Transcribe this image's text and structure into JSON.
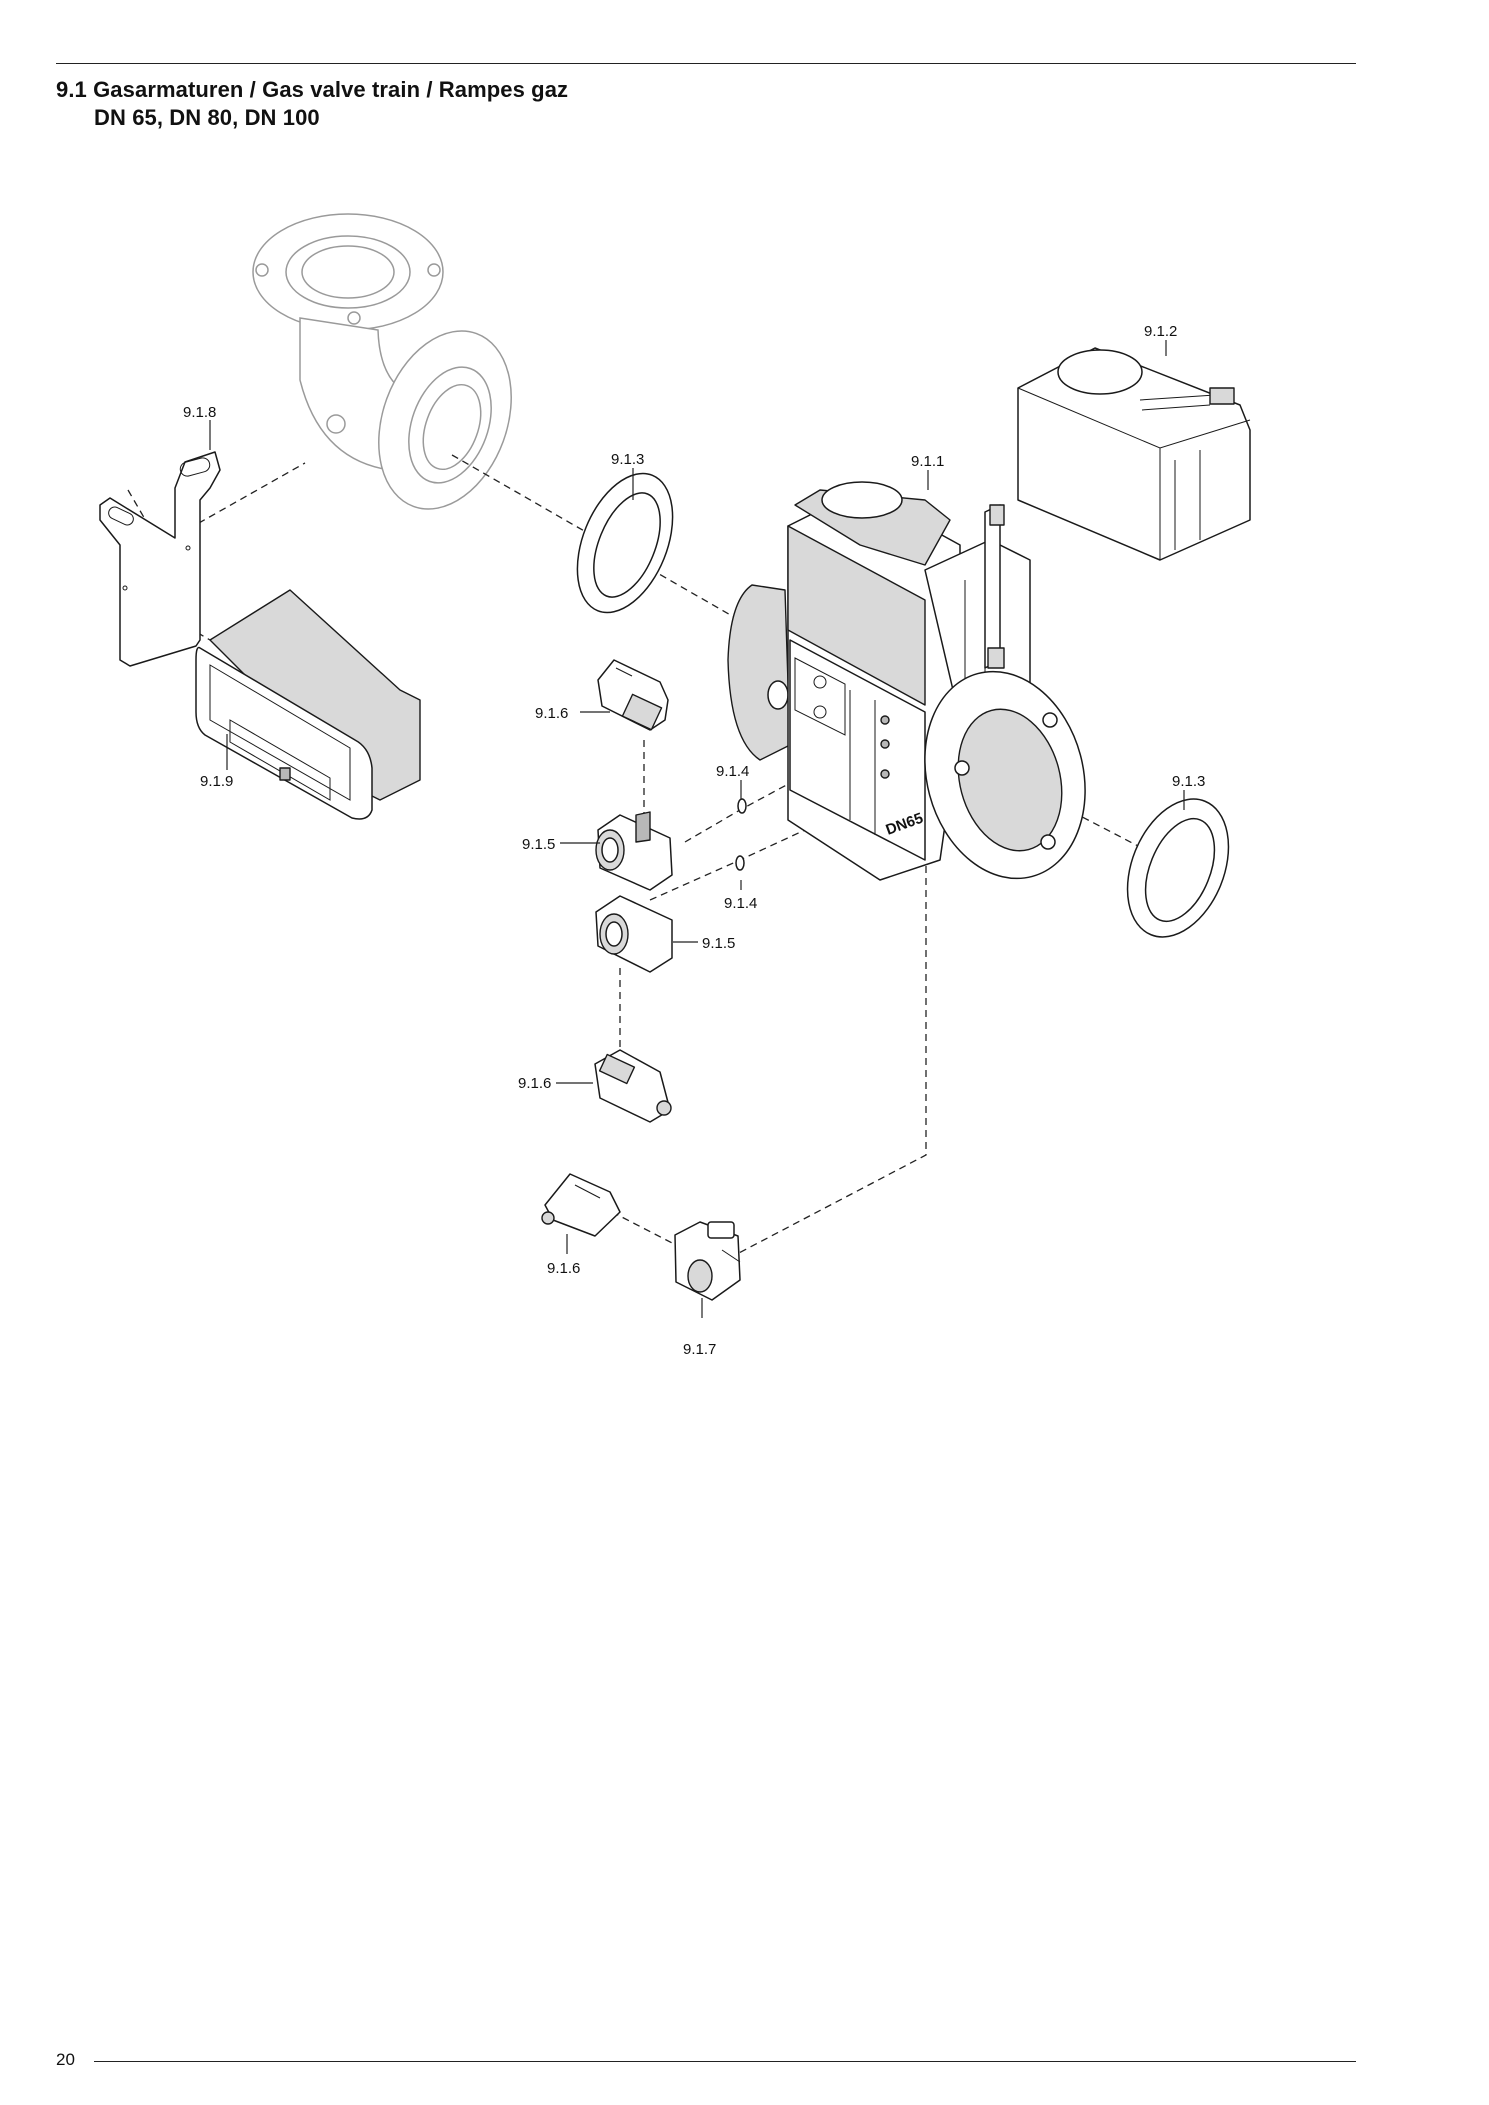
{
  "header": {
    "title_line1": "9.1 Gasarmaturen / Gas valve train / Rampes gaz",
    "title_line2": "DN 65, DN 80, DN 100"
  },
  "diagram": {
    "callouts": [
      "9.1.2",
      "9.1.8",
      "9.1.3",
      "9.1.1",
      "9.1.6",
      "9.1.4",
      "9.1.9",
      "9.1.3",
      "9.1.5",
      "9.1.4",
      "9.1.5",
      "9.1.6",
      "9.1.6",
      "9.1.7"
    ],
    "valve_marking": "DN65"
  },
  "footer": {
    "page_number": "20"
  }
}
